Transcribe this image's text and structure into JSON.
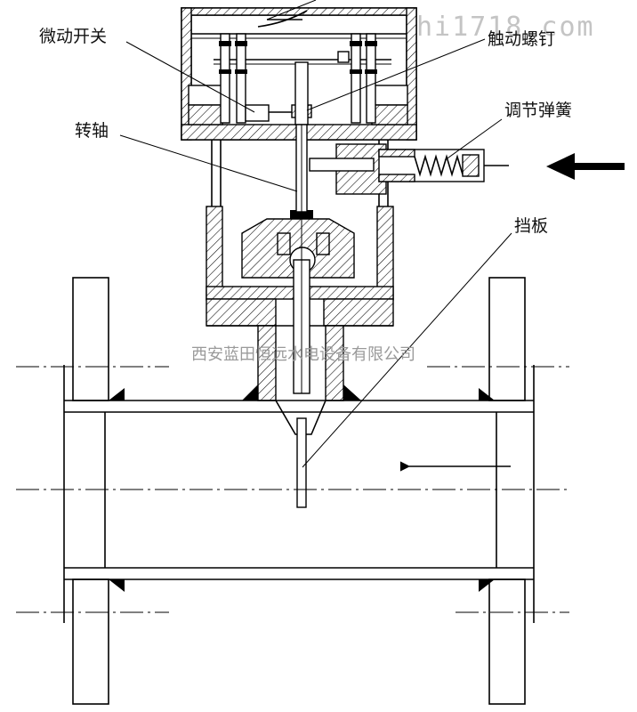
{
  "labels": {
    "micro_switch": "微动开关",
    "trigger_screw": "触动螺钉",
    "adjust_spring": "调节弹簧",
    "shaft": "转轴",
    "baffle": "挡板"
  },
  "watermarks": {
    "company": "西安蓝田恒远水电设备有限公司",
    "site": "hi1718.com"
  },
  "flow_direction": "right-to-left",
  "icons": {
    "inlet_arrow": "bold-arrow-left-icon",
    "flow_arrow": "thin-arrow-left-icon"
  },
  "colors": {
    "line": "#000000",
    "watermark": "#9a9a9a",
    "background": "#ffffff"
  }
}
